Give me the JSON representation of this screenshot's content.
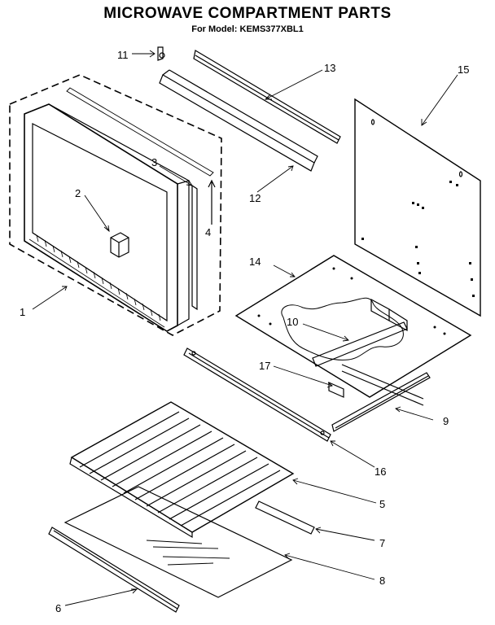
{
  "title": "MICROWAVE COMPARTMENT PARTS",
  "subtitle": "For Model: KEMS377XBL1",
  "callouts": [
    "1",
    "2",
    "3",
    "4",
    "5",
    "6",
    "7",
    "8",
    "9",
    "10",
    "11",
    "12",
    "13",
    "14",
    "15",
    "16",
    "17"
  ]
}
